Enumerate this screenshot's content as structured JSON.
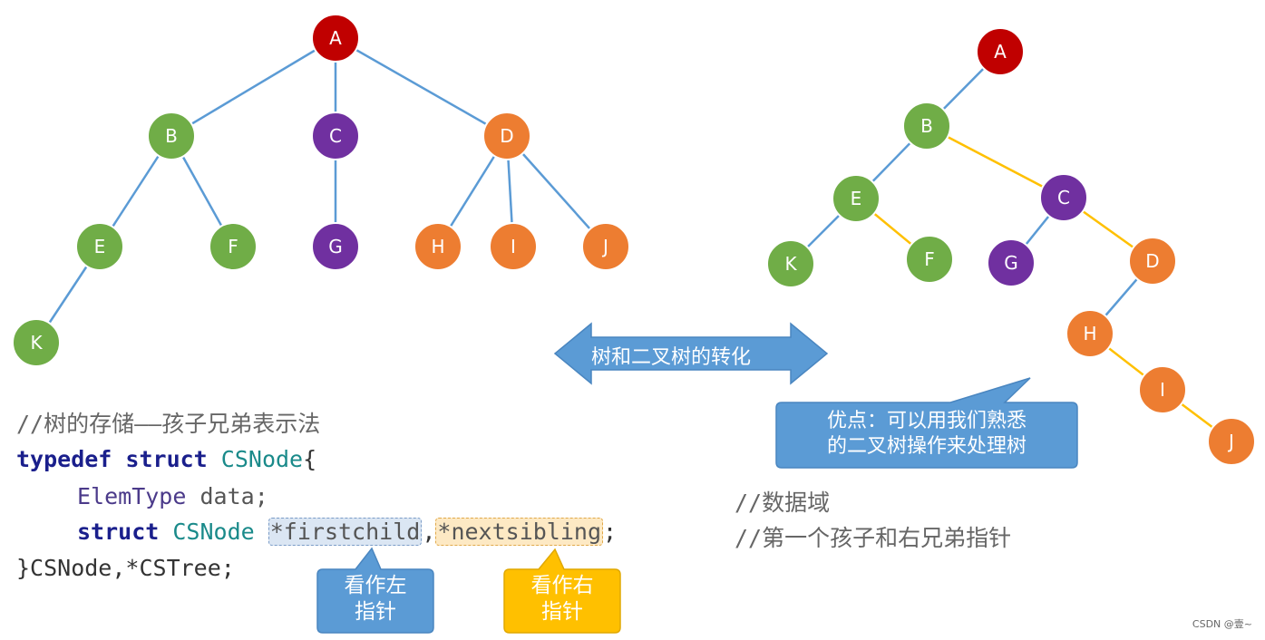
{
  "left_tree": {
    "nodes": [
      {
        "id": "A",
        "label": "A",
        "color": "#c00000"
      },
      {
        "id": "B",
        "label": "B",
        "color": "#70ad47"
      },
      {
        "id": "C",
        "label": "C",
        "color": "#7030a0"
      },
      {
        "id": "D",
        "label": "D",
        "color": "#ed7d31"
      },
      {
        "id": "E",
        "label": "E",
        "color": "#70ad47"
      },
      {
        "id": "F",
        "label": "F",
        "color": "#70ad47"
      },
      {
        "id": "G",
        "label": "G",
        "color": "#7030a0"
      },
      {
        "id": "H",
        "label": "H",
        "color": "#ed7d31"
      },
      {
        "id": "I",
        "label": "I",
        "color": "#ed7d31"
      },
      {
        "id": "J",
        "label": "J",
        "color": "#ed7d31"
      },
      {
        "id": "K",
        "label": "K",
        "color": "#70ad47"
      }
    ],
    "edges": [
      [
        "A",
        "B"
      ],
      [
        "A",
        "C"
      ],
      [
        "A",
        "D"
      ],
      [
        "B",
        "E"
      ],
      [
        "B",
        "F"
      ],
      [
        "C",
        "G"
      ],
      [
        "D",
        "H"
      ],
      [
        "D",
        "I"
      ],
      [
        "D",
        "J"
      ],
      [
        "E",
        "K"
      ]
    ],
    "edge_color": "#5b9bd5"
  },
  "right_tree": {
    "nodes": [
      {
        "id": "A",
        "label": "A",
        "color": "#c00000"
      },
      {
        "id": "B",
        "label": "B",
        "color": "#70ad47"
      },
      {
        "id": "E",
        "label": "E",
        "color": "#70ad47"
      },
      {
        "id": "C",
        "label": "C",
        "color": "#7030a0"
      },
      {
        "id": "K",
        "label": "K",
        "color": "#70ad47"
      },
      {
        "id": "F",
        "label": "F",
        "color": "#70ad47"
      },
      {
        "id": "G",
        "label": "G",
        "color": "#7030a0"
      },
      {
        "id": "D",
        "label": "D",
        "color": "#ed7d31"
      },
      {
        "id": "H",
        "label": "H",
        "color": "#ed7d31"
      },
      {
        "id": "I",
        "label": "I",
        "color": "#ed7d31"
      },
      {
        "id": "J",
        "label": "J",
        "color": "#ed7d31"
      }
    ],
    "child_edges": [
      [
        "A",
        "B"
      ],
      [
        "B",
        "E"
      ],
      [
        "E",
        "K"
      ],
      [
        "C",
        "G"
      ],
      [
        "D",
        "H"
      ]
    ],
    "sibling_edges": [
      [
        "B",
        "C"
      ],
      [
        "E",
        "F"
      ],
      [
        "C",
        "D"
      ],
      [
        "H",
        "I"
      ],
      [
        "I",
        "J"
      ]
    ],
    "child_edge_color": "#5b9bd5",
    "sibling_edge_color": "#ffc000"
  },
  "arrow_label": "树和二叉树的转化",
  "callouts": {
    "advantage": "优点：可以用我们熟悉\n的二叉树操作来处理树",
    "left_pointer": "看作左\n指针",
    "right_pointer": "看作右\n指针"
  },
  "code": {
    "comment": "//树的存储——孩子兄弟表示法",
    "typedef_kw": "typedef",
    "struct_kw": "struct",
    "struct_name": "CSNode",
    "open_brace": "{",
    "elem_type": "ElemType",
    "data_field": "data;",
    "struct_kw2": "struct",
    "struct_name2": "CSNode",
    "firstchild": "*firstchild",
    "comma": ",",
    "nextsibling": "*nextsibling",
    "semicolon": ";",
    "closing": "}CSNode,*CSTree;"
  },
  "right_comments": {
    "data_comment": "//数据域",
    "pointer_comment": "//第一个孩子和右兄弟指针"
  },
  "footer": "CSDN @壹~",
  "colors": {
    "callout_blue": "#5b9bd5",
    "callout_yellow": "#ffc000"
  }
}
